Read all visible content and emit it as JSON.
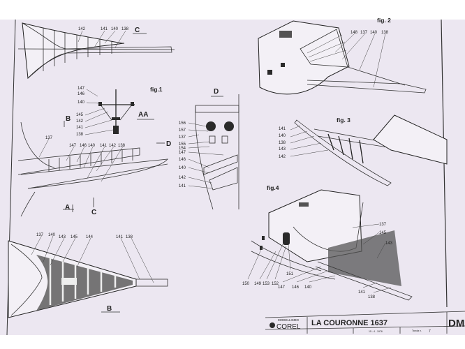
{
  "sheet": {
    "paper_color": "#ece7f1",
    "ink_color": "#222222",
    "view_c": {
      "title": "C",
      "labels": [
        "142",
        "141",
        "140",
        "138"
      ]
    },
    "fig1": {
      "title": "fig.1",
      "section_aa": {
        "title": "AA",
        "labels": [
          "147",
          "146",
          "140",
          "145",
          "142",
          "141",
          "138"
        ]
      },
      "side_view": {
        "labels": [
          "137",
          "147",
          "146",
          "140",
          "141",
          "142",
          "138"
        ],
        "markers": {
          "b": "B",
          "d": "D",
          "a": "A",
          "c": "C"
        }
      }
    },
    "view_d": {
      "title": "D",
      "labels": [
        "156",
        "157",
        "137",
        "155",
        "154",
        "147",
        "146",
        "140",
        "142",
        "141"
      ]
    },
    "view_b": {
      "title": "B",
      "labels": [
        "137",
        "140",
        "143",
        "145",
        "144",
        "141",
        "138"
      ]
    },
    "fig2": {
      "title": "fig. 2",
      "labels": [
        "148",
        "137",
        "140",
        "138"
      ]
    },
    "fig3": {
      "title": "fig. 3",
      "labels": [
        "141",
        "140",
        "138",
        "143",
        "142"
      ]
    },
    "fig4": {
      "title": "fig.4",
      "labels": [
        "137",
        "145",
        "143",
        "151",
        "150",
        "149",
        "153",
        "152",
        "147",
        "146",
        "140",
        "141",
        "138"
      ]
    },
    "title_block": {
      "brand_top": "MODELLISMO",
      "brand": "COREL",
      "ship_name": "LA COURONNE 1637",
      "date": "15 - 4 - 1976",
      "sheet_label": "Tavola n.",
      "sheet_number": "7",
      "code": "DM"
    }
  }
}
